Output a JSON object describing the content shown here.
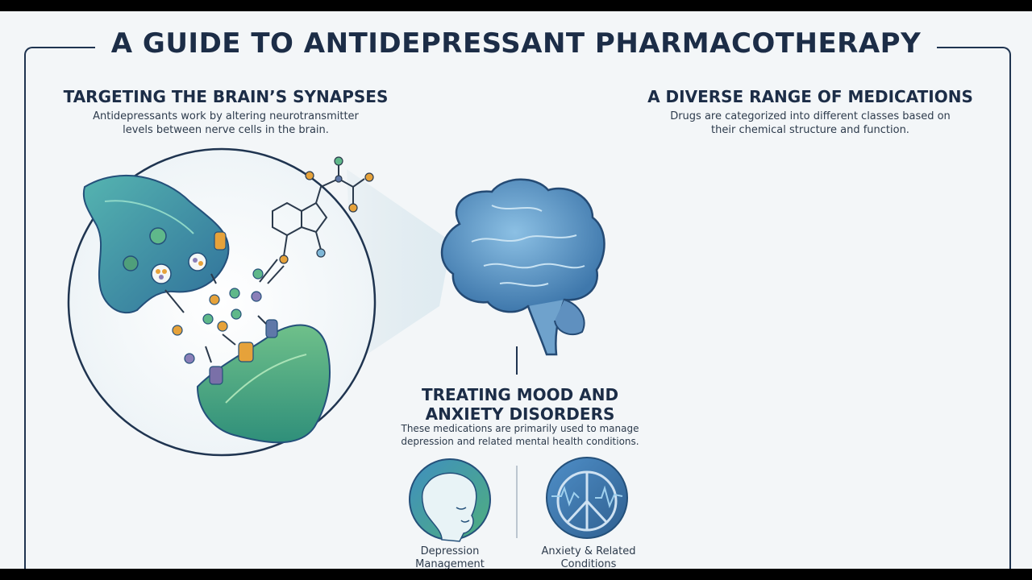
{
  "title": "A GUIDE TO ANTIDEPRESSANT PHARMACOTHERAPY",
  "sections": {
    "synapse": {
      "heading": "TARGETING THE BRAIN’S SYNAPSES",
      "desc_line1": "Antidepressants work by altering neurotransmitter",
      "desc_line2": "levels between nerve cells in the brain."
    },
    "medications": {
      "heading": "A DIVERSE RANGE OF MEDICATIONS",
      "desc_line1": "Drugs are categorized into different classes based on",
      "desc_line2": "their chemical structure and function."
    },
    "treating": {
      "heading_line1": "TREATING MOOD AND",
      "heading_line2": "ANXIETY DISORDERS",
      "desc_line1": "These medications are primarily used to manage",
      "desc_line2": "depression and related mental health conditions."
    }
  },
  "uses": [
    {
      "label_line1": "Depression",
      "label_line2": "Management",
      "icon": "face-head-icon"
    },
    {
      "label_line1": "Anxiety & Related",
      "label_line2": "Conditions",
      "icon": "peace-brain-icon"
    }
  ],
  "colors": {
    "navy": "#1c2d47",
    "teal": "#3f8fa6",
    "green": "#5fae7a",
    "brain_blue": "#5f98c8"
  }
}
